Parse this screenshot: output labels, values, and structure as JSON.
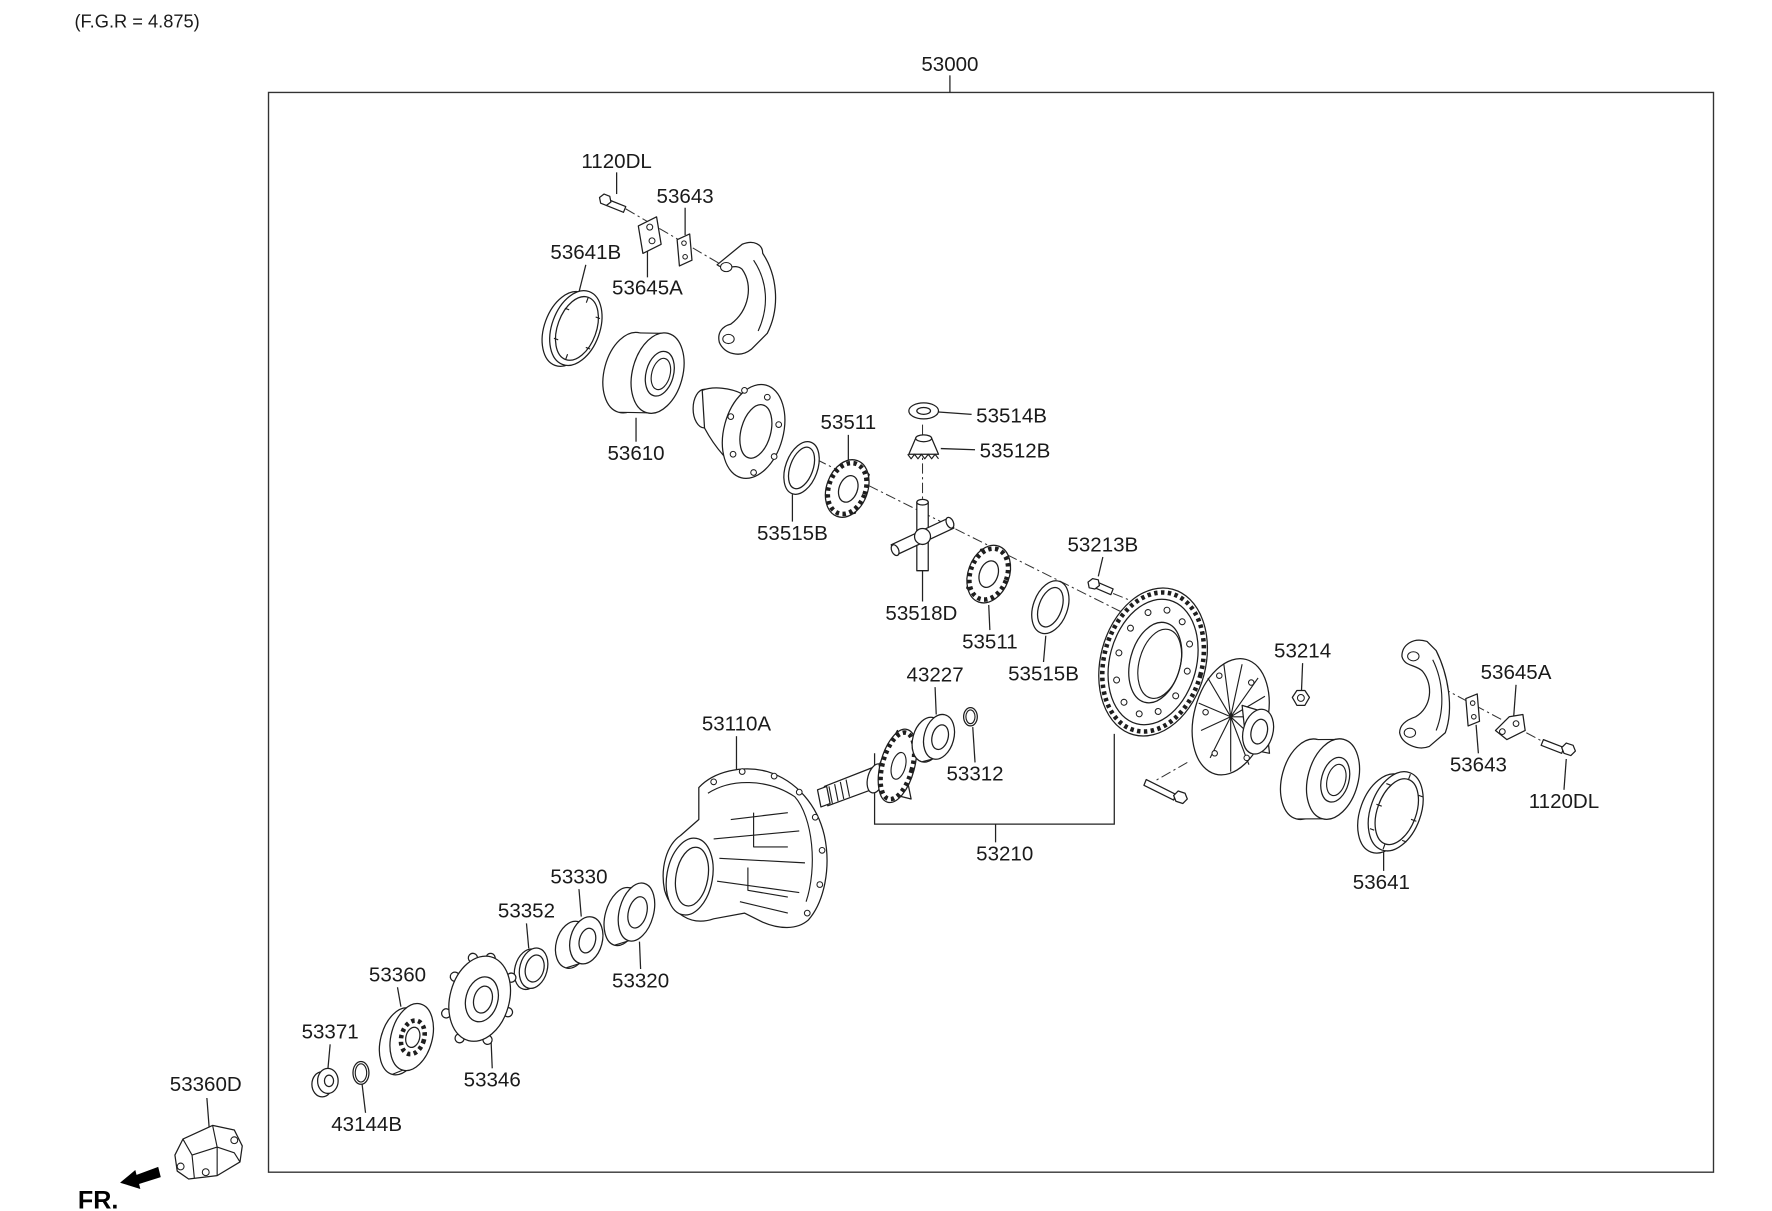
{
  "note": "(F.G.R = 4.875)",
  "assembly_number": "53000",
  "callouts": [
    "1120DL",
    "53643",
    "53641B",
    "53645A",
    "53610",
    "53514B",
    "53511",
    "53512B",
    "53515B",
    "53213B",
    "53518D",
    "53511",
    "53515B",
    "53214",
    "43227",
    "53645A",
    "53110A",
    "53312",
    "53643",
    "1120DL",
    "53210",
    "53330",
    "53641",
    "53352",
    "53360",
    "53320",
    "53371",
    "53346",
    "53360D",
    "43144B"
  ],
  "direction_label": "FR."
}
